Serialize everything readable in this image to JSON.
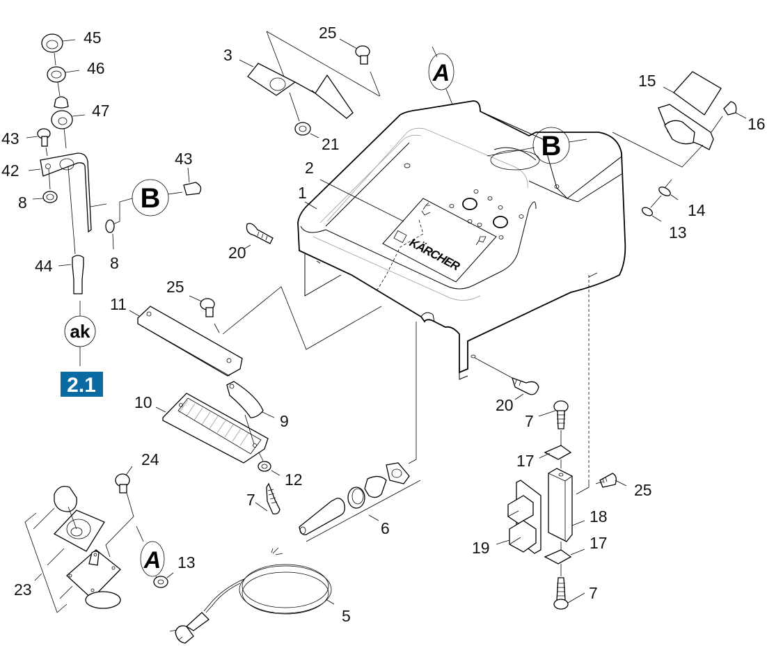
{
  "diagram": {
    "type": "exploded-parts-diagram",
    "brand_label": "KÄRCHER",
    "section_badge": {
      "label": "2.1",
      "color": "#0b6aa2"
    },
    "reference_markers": {
      "A": "A",
      "B": "B",
      "ak": "ak"
    },
    "callouts": [
      {
        "id": "45",
        "label": "45"
      },
      {
        "id": "46",
        "label": "46"
      },
      {
        "id": "47",
        "label": "47"
      },
      {
        "id": "43a",
        "label": "43"
      },
      {
        "id": "42",
        "label": "42"
      },
      {
        "id": "8a",
        "label": "8"
      },
      {
        "id": "43b",
        "label": "43"
      },
      {
        "id": "8b",
        "label": "8"
      },
      {
        "id": "44",
        "label": "44"
      },
      {
        "id": "3",
        "label": "3"
      },
      {
        "id": "25a",
        "label": "25"
      },
      {
        "id": "21",
        "label": "21"
      },
      {
        "id": "2",
        "label": "2"
      },
      {
        "id": "1",
        "label": "1"
      },
      {
        "id": "20a",
        "label": "20"
      },
      {
        "id": "15",
        "label": "15"
      },
      {
        "id": "16",
        "label": "16"
      },
      {
        "id": "14",
        "label": "14"
      },
      {
        "id": "13a",
        "label": "13"
      },
      {
        "id": "11",
        "label": "11"
      },
      {
        "id": "25b",
        "label": "25"
      },
      {
        "id": "10",
        "label": "10"
      },
      {
        "id": "9",
        "label": "9"
      },
      {
        "id": "12",
        "label": "12"
      },
      {
        "id": "7a",
        "label": "7"
      },
      {
        "id": "24",
        "label": "24"
      },
      {
        "id": "23",
        "label": "23"
      },
      {
        "id": "13b",
        "label": "13"
      },
      {
        "id": "5",
        "label": "5"
      },
      {
        "id": "6",
        "label": "6"
      },
      {
        "id": "20b",
        "label": "20"
      },
      {
        "id": "7b",
        "label": "7"
      },
      {
        "id": "17a",
        "label": "17"
      },
      {
        "id": "25c",
        "label": "25"
      },
      {
        "id": "18",
        "label": "18"
      },
      {
        "id": "19",
        "label": "19"
      },
      {
        "id": "17b",
        "label": "17"
      },
      {
        "id": "7c",
        "label": "7"
      }
    ]
  }
}
